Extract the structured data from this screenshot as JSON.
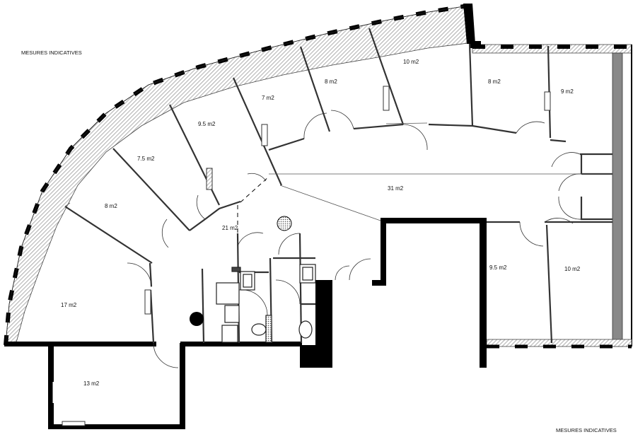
{
  "notes": {
    "top_left": "MESURES INDICATIVES",
    "bottom_right": "MESURES INDICATIVES"
  },
  "rooms": [
    {
      "id": "r-10a",
      "label": "10 m2"
    },
    {
      "id": "r-8a",
      "label": "8 m2"
    },
    {
      "id": "r-7",
      "label": "7 m2"
    },
    {
      "id": "r-9-5a",
      "label": "9.5 m2"
    },
    {
      "id": "r-7-5",
      "label": "7.5 m2"
    },
    {
      "id": "r-8b",
      "label": "8 m2"
    },
    {
      "id": "r-17",
      "label": "17 m2"
    },
    {
      "id": "r-13",
      "label": "13 m2"
    },
    {
      "id": "r-21",
      "label": "21 m2"
    },
    {
      "id": "r-31",
      "label": "31 m2"
    },
    {
      "id": "r-8c",
      "label": "8 m2"
    },
    {
      "id": "r-9",
      "label": "9 m2"
    },
    {
      "id": "r-9-5b",
      "label": "9.5 m2"
    },
    {
      "id": "r-10b",
      "label": "10 m2"
    }
  ],
  "colors": {
    "wall": "#000000",
    "line": "#333333",
    "hatch": "#9a9a9a",
    "thin": "#8a8a8a"
  }
}
